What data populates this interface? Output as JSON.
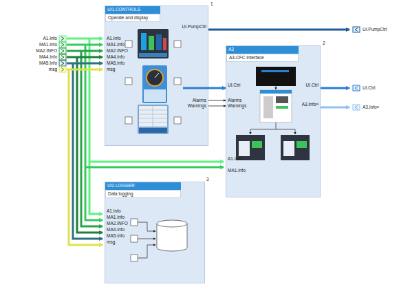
{
  "diagram": {
    "nodes": [
      {
        "text": [
          "UI1.CONTROLS",
          "Operate and display"
        ]
      },
      {
        "text": [
          "A3",
          "A3-CFC Interface"
        ]
      },
      {
        "text": [
          "UI2.LOGGER",
          "Data logging"
        ]
      }
    ],
    "edges": [
      {
        "from": 0,
        "to": 1,
        "arrow": "to"
      },
      {
        "from": 0,
        "to": 1,
        "arrow": "to"
      },
      {
        "from": 0,
        "to": 1,
        "arrow": "to"
      }
    ],
    "labels": [
      "A1.Info",
      "MA1.Info",
      "MA2.INFO",
      "MA4.Info",
      "MA5.Info",
      "msg",
      "1",
      "A1.Info",
      "MA1.Info",
      "MA2.INFO",
      "MA4.Info",
      "MA5.Info",
      "msg",
      "UI.PumpCtrl",
      "Alarms",
      "Warnings",
      "UI.PumpCtrl",
      "2",
      "UI.Ctrl",
      "Alarms",
      "Warnings",
      "A1.Info",
      "MA1.Info",
      "UI.Ctrl",
      "A3.Info»",
      "UI.Ctrl",
      "A3.Info»",
      "3",
      "A1.Info",
      "MA1.Info",
      "MA2.INFO",
      "MA4.Info",
      "MA5.Info",
      "msg"
    ]
  }
}
